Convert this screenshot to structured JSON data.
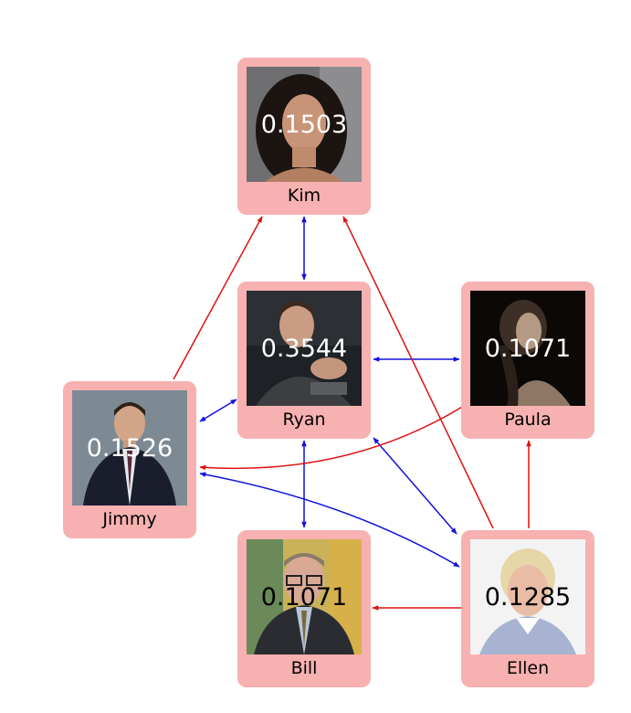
{
  "colors": {
    "card": "#f7b1b1",
    "mutual_edge": "#1111dd",
    "directed_edge": "#e01010"
  },
  "nodes": [
    {
      "id": "kim",
      "name": "Kim",
      "score": "0.1503",
      "photo_icon": "woman-portrait-icon"
    },
    {
      "id": "ryan",
      "name": "Ryan",
      "score": "0.3544",
      "photo_icon": "man-portrait-icon"
    },
    {
      "id": "paula",
      "name": "Paula",
      "score": "0.1071",
      "photo_icon": "woman-portrait-icon"
    },
    {
      "id": "jimmy",
      "name": "Jimmy",
      "score": "0.1526",
      "photo_icon": "man-portrait-icon"
    },
    {
      "id": "bill",
      "name": "Bill",
      "score": "0.1071",
      "photo_icon": "man-with-glasses-portrait-icon"
    },
    {
      "id": "ellen",
      "name": "Ellen",
      "score": "0.1285",
      "photo_icon": "woman-portrait-icon"
    }
  ],
  "edges": [
    {
      "from": "kim",
      "to": "ryan",
      "type": "mutual"
    },
    {
      "from": "ryan",
      "to": "paula",
      "type": "mutual"
    },
    {
      "from": "ryan",
      "to": "jimmy",
      "type": "mutual"
    },
    {
      "from": "ryan",
      "to": "bill",
      "type": "mutual"
    },
    {
      "from": "ryan",
      "to": "ellen",
      "type": "mutual"
    },
    {
      "from": "jimmy",
      "to": "ellen",
      "type": "mutual"
    },
    {
      "from": "jimmy",
      "to": "kim",
      "type": "directed"
    },
    {
      "from": "ellen",
      "to": "kim",
      "type": "directed"
    },
    {
      "from": "ellen",
      "to": "paula",
      "type": "directed"
    },
    {
      "from": "ellen",
      "to": "bill",
      "type": "directed"
    },
    {
      "from": "paula",
      "to": "jimmy",
      "type": "directed"
    }
  ]
}
